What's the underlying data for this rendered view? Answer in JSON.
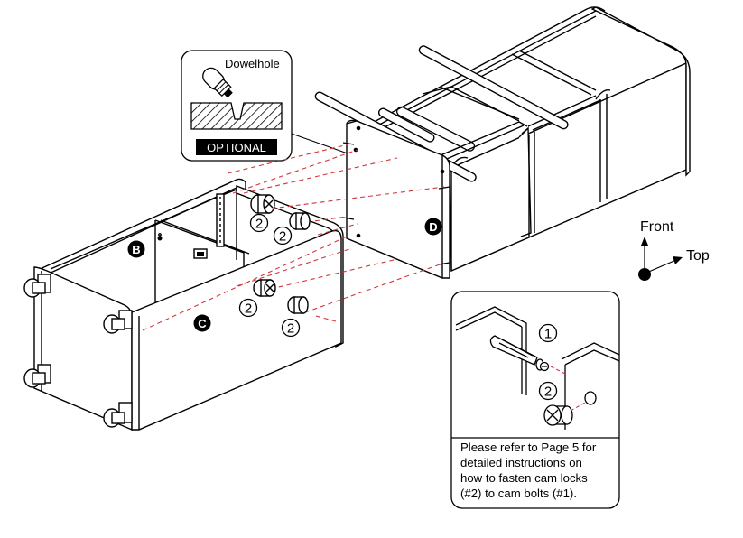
{
  "dowel_inset": {
    "title": "Dowelhole",
    "badge": "OPTIONAL"
  },
  "parts": {
    "b": "B",
    "c": "C",
    "d": "D"
  },
  "hardware": {
    "cam_lock_number": "2",
    "cam_bolt_number": "1"
  },
  "orientation": {
    "front": "Front",
    "top": "Top"
  },
  "cam_callout": {
    "lines": [
      "Please refer to Page 5 for",
      "detailed instructions on",
      "how to fasten cam locks",
      "(#2)  to cam bolts (#1)."
    ]
  }
}
